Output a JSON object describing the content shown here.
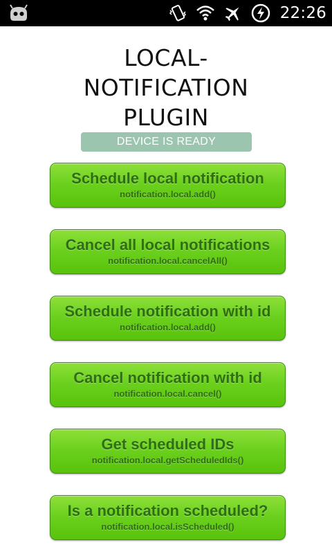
{
  "status_bar": {
    "time": "22:26",
    "icons": [
      "android-robot-icon",
      "vibrate-icon",
      "wifi-icon",
      "airplane-icon",
      "battery-charging-icon"
    ]
  },
  "title": {
    "line1": "LOCAL-",
    "line2": "NOTIFICATION",
    "line3": "PLUGIN"
  },
  "status_badge": {
    "label": "DEVICE IS READY",
    "color": "#9bc5ae"
  },
  "buttons": [
    {
      "label": "Schedule local notification",
      "sub": "notification.local.add()"
    },
    {
      "label": "Cancel all local notifications",
      "sub": "notification.local.cancelAll()"
    },
    {
      "label": "Schedule notification with id",
      "sub": "notification.local.add()"
    },
    {
      "label": "Cancel notification with id",
      "sub": "notification.local.cancel()"
    },
    {
      "label": "Get scheduled IDs",
      "sub": "notification.local.getScheduledIds()"
    },
    {
      "label": "Is a notification scheduled?",
      "sub": "notification.local.isScheduled()"
    }
  ],
  "colors": {
    "button_green": "#6cd11e",
    "button_text": "#2f6e12"
  }
}
